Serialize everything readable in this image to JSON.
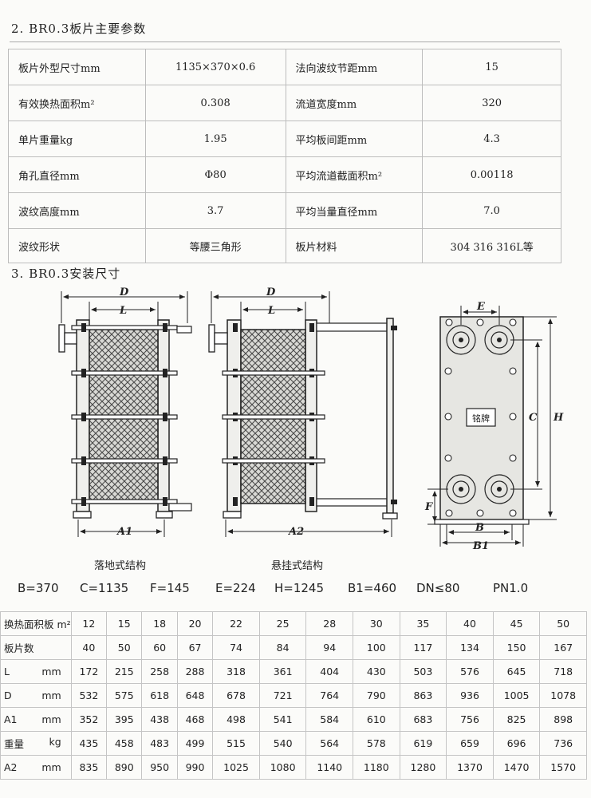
{
  "section2": {
    "title": "2. BR0.3板片主要参数",
    "rows": [
      {
        "l1": "板片外型尺寸mm",
        "v1": "1135×370×0.6",
        "l2": "法向波纹节距mm",
        "v2": "15"
      },
      {
        "l1": "有效换热面积m²",
        "v1": "0.308",
        "l2": "流道宽度mm",
        "v2": "320"
      },
      {
        "l1": "单片重量kg",
        "v1": "1.95",
        "l2": "平均板间距mm",
        "v2": "4.3"
      },
      {
        "l1": "角孔直径mm",
        "v1": "Φ80",
        "l2": "平均流道截面积m²",
        "v2": "0.00118"
      },
      {
        "l1": "波纹高度mm",
        "v1": "3.7",
        "l2": "平均当量直径mm",
        "v2": "7.0"
      },
      {
        "l1": "波纹形状",
        "v1": "等腰三角形",
        "l2": "板片材料",
        "v2": "304    316    316L等"
      }
    ]
  },
  "section3": {
    "title": "3. BR0.3安装尺寸",
    "labels": {
      "D": "D",
      "L": "L",
      "A1": "A1",
      "A2": "A2",
      "E": "E",
      "C": "C",
      "H": "H",
      "F": "F",
      "B": "B",
      "B1": "B1",
      "nameplate": "铭牌"
    },
    "caption_floor": "落地式结构",
    "caption_hang": "悬挂式结构"
  },
  "specs": [
    "B=370",
    "C=1135",
    "F=145",
    "E=224",
    "H=1245",
    "B1=460",
    "DN≤80",
    "PN1.0"
  ],
  "dims_table": {
    "rows": [
      {
        "label": "换热面积板 m²",
        "unit": "",
        "values": [
          "12",
          "15",
          "18",
          "20",
          "22",
          "25",
          "28",
          "30",
          "35",
          "40",
          "45",
          "50"
        ]
      },
      {
        "label": "板片数",
        "unit": "",
        "values": [
          "40",
          "50",
          "60",
          "67",
          "74",
          "84",
          "94",
          "100",
          "117",
          "134",
          "150",
          "167"
        ]
      },
      {
        "label": "L",
        "unit": "mm",
        "values": [
          "172",
          "215",
          "258",
          "288",
          "318",
          "361",
          "404",
          "430",
          "503",
          "576",
          "645",
          "718"
        ]
      },
      {
        "label": "D",
        "unit": "mm",
        "values": [
          "532",
          "575",
          "618",
          "648",
          "678",
          "721",
          "764",
          "790",
          "863",
          "936",
          "1005",
          "1078"
        ]
      },
      {
        "label": "A1",
        "unit": "mm",
        "values": [
          "352",
          "395",
          "438",
          "468",
          "498",
          "541",
          "584",
          "610",
          "683",
          "756",
          "825",
          "898"
        ]
      },
      {
        "label": "重量",
        "unit": "kg",
        "values": [
          "435",
          "458",
          "483",
          "499",
          "515",
          "540",
          "564",
          "578",
          "619",
          "659",
          "696",
          "736"
        ]
      },
      {
        "label": "A2",
        "unit": "mm",
        "values": [
          "835",
          "890",
          "950",
          "990",
          "1025",
          "1080",
          "1140",
          "1180",
          "1280",
          "1370",
          "1470",
          "1570"
        ]
      }
    ]
  }
}
